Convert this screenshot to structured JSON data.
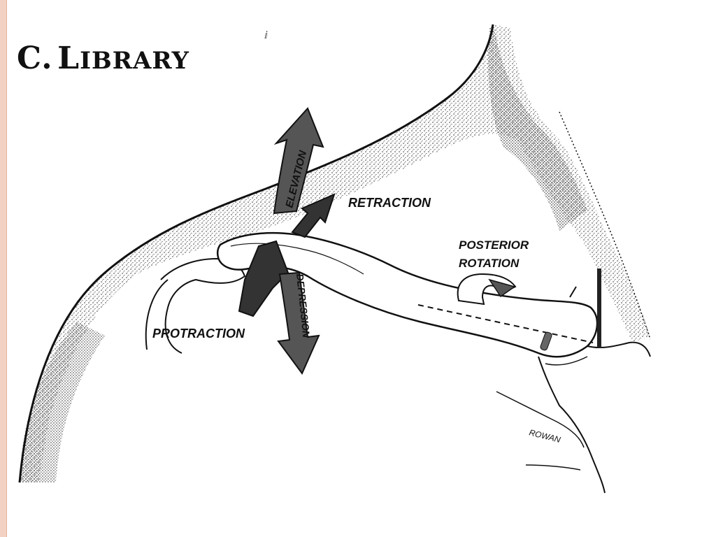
{
  "title": {
    "letter": "C.",
    "word_first": "L",
    "word_rest": "IBRARY"
  },
  "labels": {
    "elevation": "ELEVATION",
    "retraction": "RETRACTION",
    "posterior_rotation_line1": "POSTERIOR",
    "posterior_rotation_line2": "ROTATION",
    "protraction": "PROTRACTION",
    "depression": "DEPRESSION"
  },
  "signature": "ROWAN",
  "colors": {
    "slide_accent": "#f3d2c3",
    "arrow_fill": "#555555",
    "arrow_dark": "#333333",
    "line": "#111111"
  }
}
